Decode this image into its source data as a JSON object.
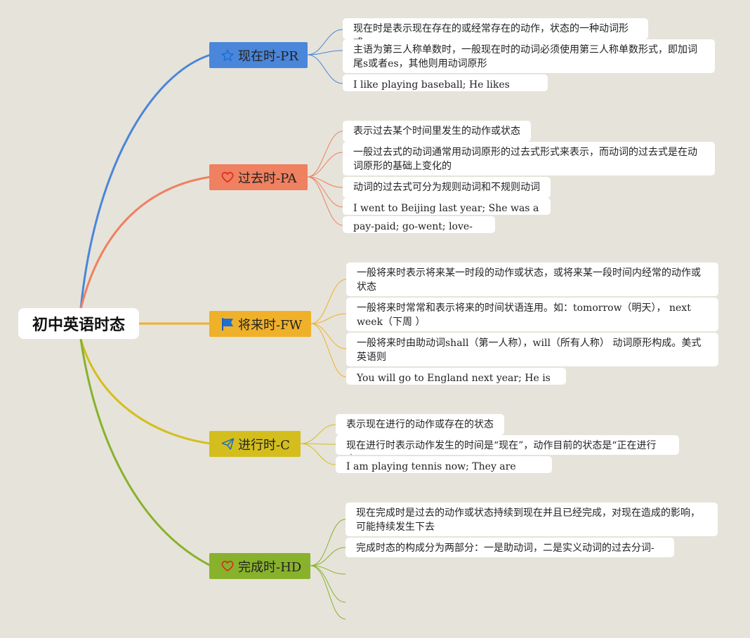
{
  "root": {
    "label": "初中英语时态"
  },
  "colors": {
    "present": "#4a86d9",
    "past": "#ef8060",
    "future": "#efb12a",
    "progressive": "#d4be1e",
    "perfect": "#88b22c"
  },
  "branches": [
    {
      "label": "现在时-PR",
      "icon": "star-icon",
      "items": [
        "现在时是表示现在存在的或经常存在的动作，状态的一种动词形式",
        "主语为第三人称单数时，一般现在时的动词必须使用第三人称单数形式，即加词尾s或者es，其他则用动词原形",
        "I like playing baseball; He likes swimming......"
      ]
    },
    {
      "label": "过去时-PA",
      "icon": "heart-icon",
      "items": [
        "表示过去某个时间里发生的动作或状态",
        "一般过去式的动词通常用动词原形的过去式形式来表示，而动词的过去式是在动词原形的基础上变化的",
        "动词的过去式可分为规则动词和不规则动词",
        "I went to Beijing last year; She was a teacher....",
        "pay-paid; go-went; love-loved....."
      ]
    },
    {
      "label": "将来时-FW",
      "icon": "flag-icon",
      "items": [
        "一般将来时表示将来某一时段的动作或状态，或将来某一段时间内经常的动作或状态",
        "一般将来时常常和表示将来的时间状语连用。如：tomorrow（明天）， next week（下周 ）",
        " 一般将来时由助动词shall（第一人称），will（所有人称） 动词原形构成。美式英语则",
        "You will go to England next year; He is going to S"
      ]
    },
    {
      "label": "进行时-C",
      "icon": "paper-plane-icon",
      "items": [
        "表示现在进行的动作或存在的状态",
        "现在进行时表示动作发生的时间是“现在”，动作目前的状态是“正在进行中”",
        "I am playing tennis now; They are cooking at this"
      ]
    },
    {
      "label": "完成时-HD",
      "icon": "heart-icon",
      "items": [
        "现在完成时是过去的动作或状态持续到现在并且已经完成，对现在造成的影响，可能持续发生下去",
        "完成时态的构成分为两部分：一是助动词，二是实义动词的过去分词-ed"
      ]
    }
  ]
}
